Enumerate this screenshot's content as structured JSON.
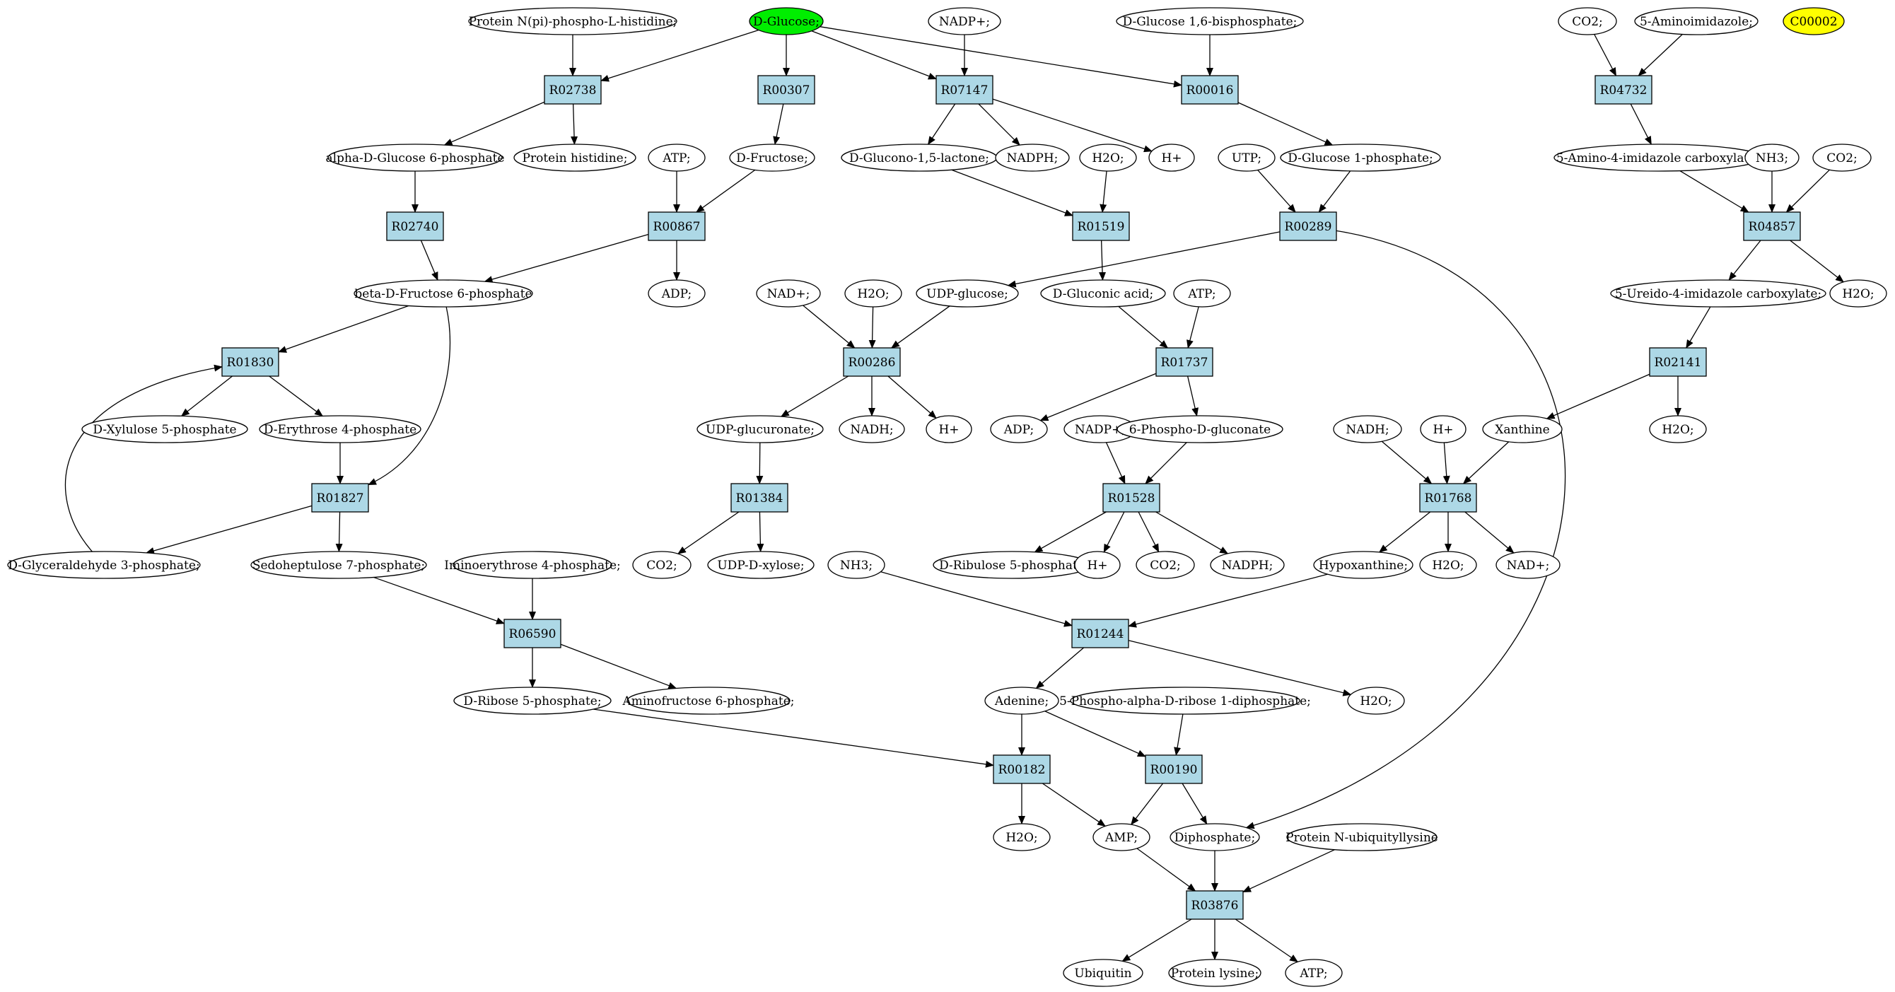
{
  "reactions": {
    "R02738": "R02738",
    "R00307": "R00307",
    "R07147": "R07147",
    "R00016": "R00016",
    "R04732": "R04732",
    "R02740": "R02740",
    "R00867": "R00867",
    "R01519": "R01519",
    "R00289": "R00289",
    "R04857": "R04857",
    "R01830": "R01830",
    "R00286": "R00286",
    "R01737": "R01737",
    "R02141": "R02141",
    "R01827": "R01827",
    "R01384": "R01384",
    "R01528": "R01528",
    "R01768": "R01768",
    "R06590": "R06590",
    "R01244": "R01244",
    "R00182": "R00182",
    "R00190": "R00190",
    "R03876": "R03876"
  },
  "metabolites": {
    "protein_npi_phospho_his": "Protein N(pi)-phospho-L-histidine;",
    "d_glucose": "D-Glucose;",
    "nadp_1": "NADP+;",
    "d_glucose_16_bp": "D-Glucose 1,6-bisphosphate;",
    "co2_1": "CO2;",
    "aminoimidazole": "5-Aminoimidazole;",
    "c00002": "C00002",
    "alpha_g6p": "alpha-D-Glucose 6-phosphate",
    "protein_his": "Protein histidine;",
    "atp_1": "ATP;",
    "d_fructose": "D-Fructose;",
    "glucono_lactone": "D-Glucono-1,5-lactone;",
    "nadph_1": "NADPH;",
    "h2o_1": "H2O;",
    "h_1": "H+",
    "utp": "UTP;",
    "d_glucose_1p": "D-Glucose 1-phosphate;",
    "aica": "5-Amino-4-imidazole carboxylate;",
    "nh3_1": "NH3;",
    "co2_2": "CO2;",
    "beta_f6p": "beta-D-Fructose 6-phosphate",
    "adp_1": "ADP;",
    "nad_1": "NAD+;",
    "h2o_2": "H2O;",
    "udp_glucose": "UDP-glucose;",
    "gluconic_acid": "D-Gluconic acid;",
    "atp_2": "ATP;",
    "ureido_ica": "5-Ureido-4-imidazole carboxylate;",
    "h2o_3": "H2O;",
    "xylulose_5p": "D-Xylulose 5-phosphate",
    "erythrose_4p": "D-Erythrose 4-phosphate",
    "udp_glucuronate": "UDP-glucuronate;",
    "nadh_1": "NADH;",
    "h_2": "H+",
    "adp_2": "ADP;",
    "nadp_2": "NADP+;",
    "phosphogluconate": "6-Phospho-D-gluconate",
    "nadh_2": "NADH;",
    "h_3": "H+",
    "xanthine": "Xanthine",
    "h2o_4": "H2O;",
    "g3p": "D-Glyceraldehyde 3-phosphate;",
    "sedoheptulose_7p": "Sedoheptulose 7-phosphate;",
    "iminoerythrose_4p": "Iminoerythrose 4-phosphate;",
    "co2_3": "CO2;",
    "udp_xylose": "UDP-D-xylose;",
    "nh3_2": "NH3;",
    "ribulose_5p": "D-Ribulose 5-phosphate",
    "h_4": "H+",
    "co2_4": "CO2;",
    "nadph_2": "NADPH;",
    "hypoxanthine": "Hypoxanthine;",
    "h2o_5": "H2O;",
    "nad_2": "NAD+;",
    "ribose_5p": "D-Ribose 5-phosphate;",
    "aminofructose_6p": "Aminofructose 6-phosphate;",
    "adenine": "Adenine;",
    "prpp": "5-Phospho-alpha-D-ribose 1-diphosphate;",
    "h2o_6": "H2O;",
    "h2o_7": "H2O;",
    "amp": "AMP;",
    "diphosphate": "Diphosphate;",
    "protein_n_ubiq_lys": "Protein N-ubiquityllysine",
    "ubiquitin": "Ubiquitin",
    "protein_lysine": "Protein lysine;",
    "atp_3": "ATP;"
  },
  "colors": {
    "reaction_fill": "#add8e6",
    "source_fill": "#00ee00",
    "target_fill": "#ffff00",
    "metabolite_fill": "#ffffff",
    "stroke": "#000000"
  },
  "edges": [
    [
      "protein_npi_phospho_his",
      "R02738"
    ],
    [
      "d_glucose",
      "R02738"
    ],
    [
      "R02738",
      "alpha_g6p"
    ],
    [
      "R02738",
      "protein_his"
    ],
    [
      "d_glucose",
      "R00307"
    ],
    [
      "R00307",
      "d_fructose"
    ],
    [
      "d_glucose",
      "R07147"
    ],
    [
      "nadp_1",
      "R07147"
    ],
    [
      "R07147",
      "glucono_lactone"
    ],
    [
      "R07147",
      "nadph_1"
    ],
    [
      "R07147",
      "h_1"
    ],
    [
      "d_glucose",
      "R00016"
    ],
    [
      "d_glucose_16_bp",
      "R00016"
    ],
    [
      "R00016",
      "d_glucose_1p"
    ],
    [
      "co2_1",
      "R04732"
    ],
    [
      "aminoimidazole",
      "R04732"
    ],
    [
      "R04732",
      "aica"
    ],
    [
      "alpha_g6p",
      "R02740"
    ],
    [
      "R02740",
      "beta_f6p"
    ],
    [
      "atp_1",
      "R00867"
    ],
    [
      "d_fructose",
      "R00867"
    ],
    [
      "R00867",
      "beta_f6p"
    ],
    [
      "R00867",
      "adp_1"
    ],
    [
      "glucono_lactone",
      "R01519"
    ],
    [
      "h2o_1",
      "R01519"
    ],
    [
      "R01519",
      "gluconic_acid"
    ],
    [
      "utp",
      "R00289"
    ],
    [
      "d_glucose_1p",
      "R00289"
    ],
    [
      "R00289",
      "udp_glucose"
    ],
    [
      "R00289",
      "diphosphate"
    ],
    [
      "aica",
      "R04857"
    ],
    [
      "nh3_1",
      "R04857"
    ],
    [
      "co2_2",
      "R04857"
    ],
    [
      "R04857",
      "ureido_ica"
    ],
    [
      "R04857",
      "h2o_3"
    ],
    [
      "beta_f6p",
      "R01830"
    ],
    [
      "g3p",
      "R01830"
    ],
    [
      "R01830",
      "xylulose_5p"
    ],
    [
      "R01830",
      "erythrose_4p"
    ],
    [
      "nad_1",
      "R00286"
    ],
    [
      "h2o_2",
      "R00286"
    ],
    [
      "udp_glucose",
      "R00286"
    ],
    [
      "R00286",
      "udp_glucuronate"
    ],
    [
      "R00286",
      "nadh_1"
    ],
    [
      "R00286",
      "h_2"
    ],
    [
      "gluconic_acid",
      "R01737"
    ],
    [
      "atp_2",
      "R01737"
    ],
    [
      "R01737",
      "adp_2"
    ],
    [
      "R01737",
      "phosphogluconate"
    ],
    [
      "ureido_ica",
      "R02141"
    ],
    [
      "R02141",
      "xanthine"
    ],
    [
      "R02141",
      "h2o_4"
    ],
    [
      "erythrose_4p",
      "R01827"
    ],
    [
      "beta_f6p",
      "R01827"
    ],
    [
      "R01827",
      "g3p"
    ],
    [
      "R01827",
      "sedoheptulose_7p"
    ],
    [
      "udp_glucuronate",
      "R01384"
    ],
    [
      "R01384",
      "co2_3"
    ],
    [
      "R01384",
      "udp_xylose"
    ],
    [
      "nadp_2",
      "R01528"
    ],
    [
      "phosphogluconate",
      "R01528"
    ],
    [
      "R01528",
      "ribulose_5p"
    ],
    [
      "R01528",
      "h_4"
    ],
    [
      "R01528",
      "co2_4"
    ],
    [
      "R01528",
      "nadph_2"
    ],
    [
      "nadh_2",
      "R01768"
    ],
    [
      "h_3",
      "R01768"
    ],
    [
      "xanthine",
      "R01768"
    ],
    [
      "R01768",
      "hypoxanthine"
    ],
    [
      "R01768",
      "h2o_5"
    ],
    [
      "R01768",
      "nad_2"
    ],
    [
      "sedoheptulose_7p",
      "R06590"
    ],
    [
      "iminoerythrose_4p",
      "R06590"
    ],
    [
      "R06590",
      "ribose_5p"
    ],
    [
      "R06590",
      "aminofructose_6p"
    ],
    [
      "nh3_2",
      "R01244"
    ],
    [
      "hypoxanthine",
      "R01244"
    ],
    [
      "R01244",
      "adenine"
    ],
    [
      "R01244",
      "h2o_6"
    ],
    [
      "ribose_5p",
      "R00182"
    ],
    [
      "adenine",
      "R00182"
    ],
    [
      "R00182",
      "h2o_7"
    ],
    [
      "R00182",
      "amp"
    ],
    [
      "adenine",
      "R00190"
    ],
    [
      "prpp",
      "R00190"
    ],
    [
      "R00190",
      "amp"
    ],
    [
      "R00190",
      "diphosphate"
    ],
    [
      "amp",
      "R03876"
    ],
    [
      "diphosphate",
      "R03876"
    ],
    [
      "protein_n_ubiq_lys",
      "R03876"
    ],
    [
      "R03876",
      "ubiquitin"
    ],
    [
      "R03876",
      "protein_lysine"
    ],
    [
      "R03876",
      "atp_3"
    ]
  ]
}
